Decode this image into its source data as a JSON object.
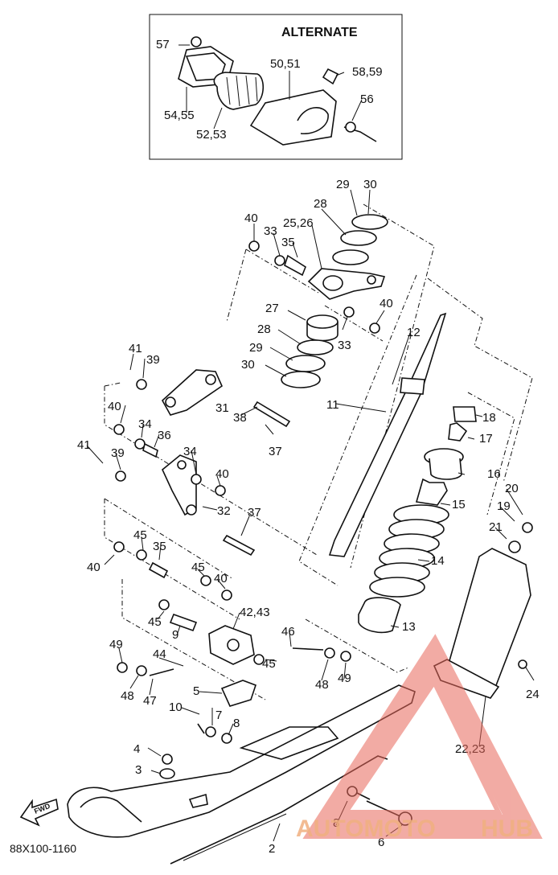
{
  "diagram": {
    "alternate_title": "ALTERNATE",
    "drawing_code": "88X100-1160",
    "fwd_label": "FWD"
  },
  "watermark": {
    "part1": "AUTOMOTO",
    "part2": "HUB"
  },
  "callouts": [
    "57",
    "50,51",
    "58,59",
    "54,55",
    "56",
    "52,53",
    "29",
    "30",
    "28",
    "40",
    "33",
    "25,26",
    "35",
    "27",
    "40",
    "12",
    "28",
    "33",
    "29",
    "30",
    "11",
    "41",
    "39",
    "31",
    "38",
    "37",
    "18",
    "40",
    "34",
    "36",
    "17",
    "41",
    "39",
    "34",
    "16",
    "40",
    "32",
    "15",
    "20",
    "37",
    "19",
    "45",
    "35",
    "21",
    "40",
    "14",
    "45",
    "40",
    "42,43",
    "45",
    "9",
    "13",
    "46",
    "49",
    "44",
    "5",
    "48",
    "47",
    "45",
    "48",
    "49",
    "24",
    "10",
    "7",
    "8",
    "22,23",
    "4",
    "3",
    "8",
    "2",
    "6"
  ]
}
